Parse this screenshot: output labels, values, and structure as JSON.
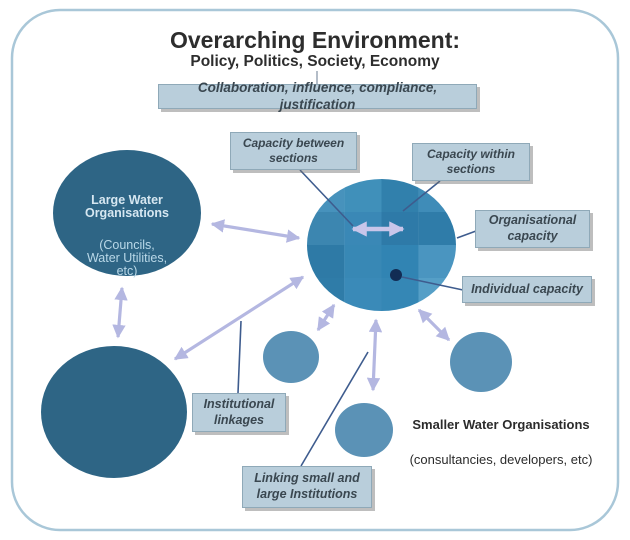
{
  "header": {
    "title": "Overarching Environment:",
    "subtitle": "Policy, Politics, Society, Economy"
  },
  "labels": {
    "collaboration": "Collaboration, influence, compliance, justification",
    "capacity_between": "Capacity between\nsections",
    "capacity_within": "Capacity within\nsections",
    "organisational": "Organisational\ncapacity",
    "individual": "Individual capacity",
    "institutional": "Institutional\nlinkages",
    "linking": "Linking small and\nlarge Institutions"
  },
  "nodes": {
    "large_water": {
      "title": "Large Water\nOrganisations",
      "subtitle": "(Councils,\nWater Utilities,\netc)"
    },
    "smaller_water": {
      "title": "Smaller Water Organisations",
      "subtitle": "(consultancies, developers, etc)"
    }
  },
  "colors": {
    "frame_border": "#a9c7d8",
    "dark_circle": "#2e6585",
    "small_circle": "#5b92b6",
    "arrow": "#b4b7e1",
    "inner_arrow": "#c9c6ea",
    "pointer_line": "#3e5c8e",
    "connector_line": "#9aa7b5",
    "box_fill": "#b9cedb",
    "box_border": "#8fa9b8",
    "dot": "#122c54",
    "patchwork": [
      [
        "#4792bc",
        "#4090ba",
        "#3180ac",
        "#3f8cb8"
      ],
      [
        "#3c86b0",
        "#3a88b6",
        "#2e7aa8",
        "#2f7ca9"
      ],
      [
        "#2e7aa6",
        "#3888b5",
        "#3184b3",
        "#4a95c0"
      ],
      [
        "#2f7ca8",
        "#3a8ab8",
        "#3587b5",
        "#559fc7"
      ]
    ]
  }
}
